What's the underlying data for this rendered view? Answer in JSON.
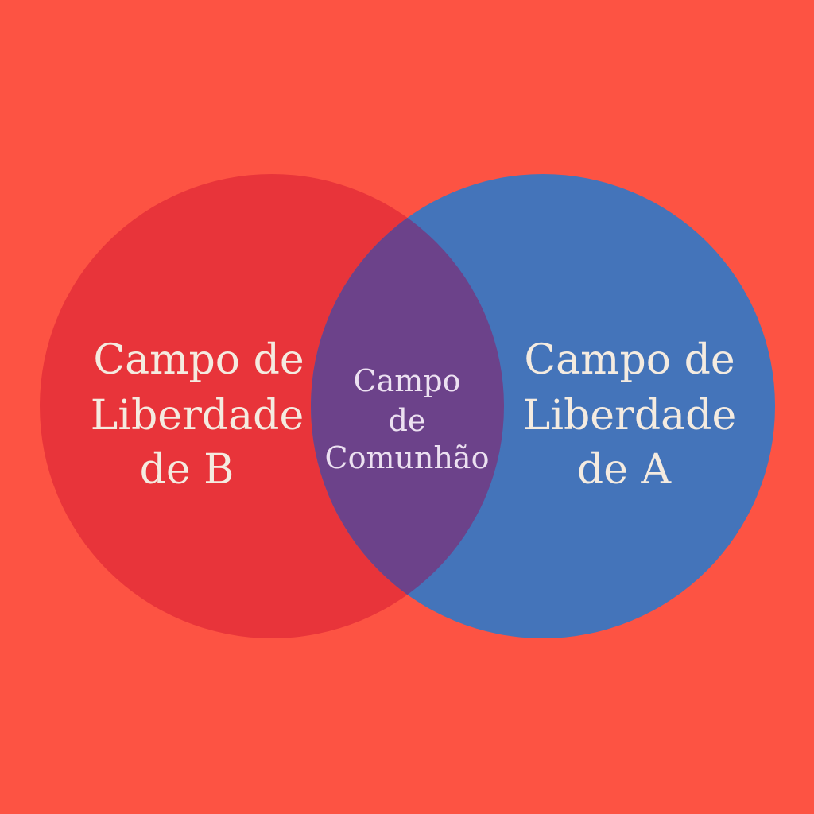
{
  "diagram": {
    "left_circle": {
      "label_lines": [
        "Campo de",
        "Liberdade",
        "de B"
      ],
      "color": "#e8343a"
    },
    "right_circle": {
      "label_lines": [
        "Campo de",
        "Liberdade",
        "de A"
      ],
      "color": "#4474ba"
    },
    "overlap": {
      "label_lines": [
        "Campo",
        "de",
        "Comunhão"
      ],
      "color": "#6c428a"
    },
    "colors": {
      "background": "#fd5343",
      "text_light": "#f4ebe0",
      "text_overlap": "#ece1f1"
    }
  }
}
